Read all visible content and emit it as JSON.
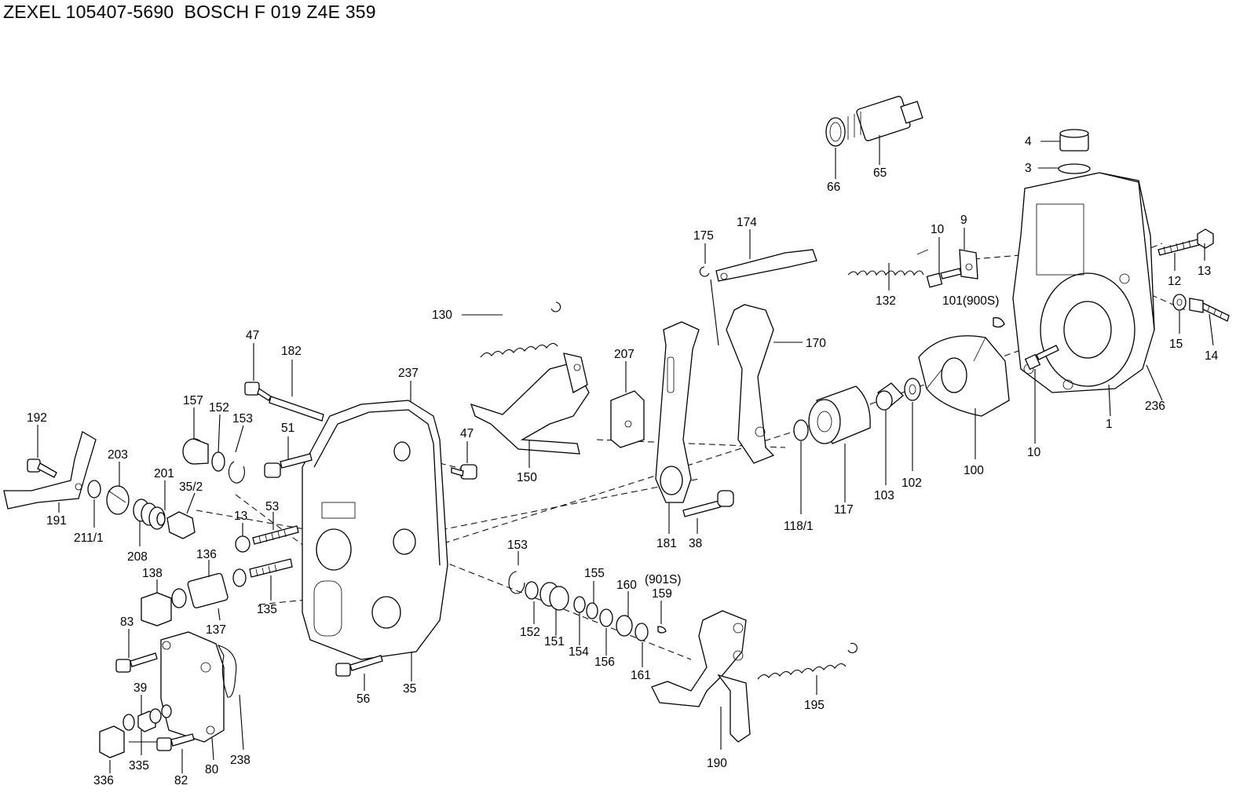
{
  "title": "ZEXEL 105407-5690  BOSCH F 019 Z4E 359",
  "labels": {
    "p1": "1",
    "p3": "3",
    "p4": "4",
    "p9": "9",
    "p10a": "10",
    "p10b": "10",
    "p12": "12",
    "p13a": "13",
    "p13b": "13",
    "p14": "14",
    "p15": "15",
    "p35": "35",
    "p35_2": "35/2",
    "p38": "38",
    "p39": "39",
    "p47a": "47",
    "p47b": "47",
    "p51": "51",
    "p53": "53",
    "p56": "56",
    "p65": "65",
    "p66": "66",
    "p80": "80",
    "p82": "82",
    "p83": "83",
    "p100": "100",
    "p101": "101(900S)",
    "p102": "102",
    "p103": "103",
    "p117": "117",
    "p118_1": "118/1",
    "p130": "130",
    "p132": "132",
    "p135": "135",
    "p136": "136",
    "p137": "137",
    "p138": "138",
    "p150": "150",
    "p151": "151",
    "p152a": "152",
    "p152b": "152",
    "p153a": "153",
    "p153b": "153",
    "p154": "154",
    "p155": "155",
    "p156": "156",
    "p157": "157",
    "p159": "159",
    "p159s": "(901S)",
    "p160": "160",
    "p161": "161",
    "p170": "170",
    "p174": "174",
    "p175": "175",
    "p181": "181",
    "p182": "182",
    "p190": "190",
    "p191": "191",
    "p192": "192",
    "p195": "195",
    "p201": "201",
    "p203": "203",
    "p207": "207",
    "p208": "208",
    "p211_1": "211/1",
    "p236": "236",
    "p237": "237",
    "p238": "238",
    "p335": "335",
    "p336": "336"
  },
  "icons": {
    "spring": "coil-spring-icon",
    "bolt": "bolt-icon",
    "washer": "washer-icon",
    "housing": "governor-housing-icon"
  }
}
